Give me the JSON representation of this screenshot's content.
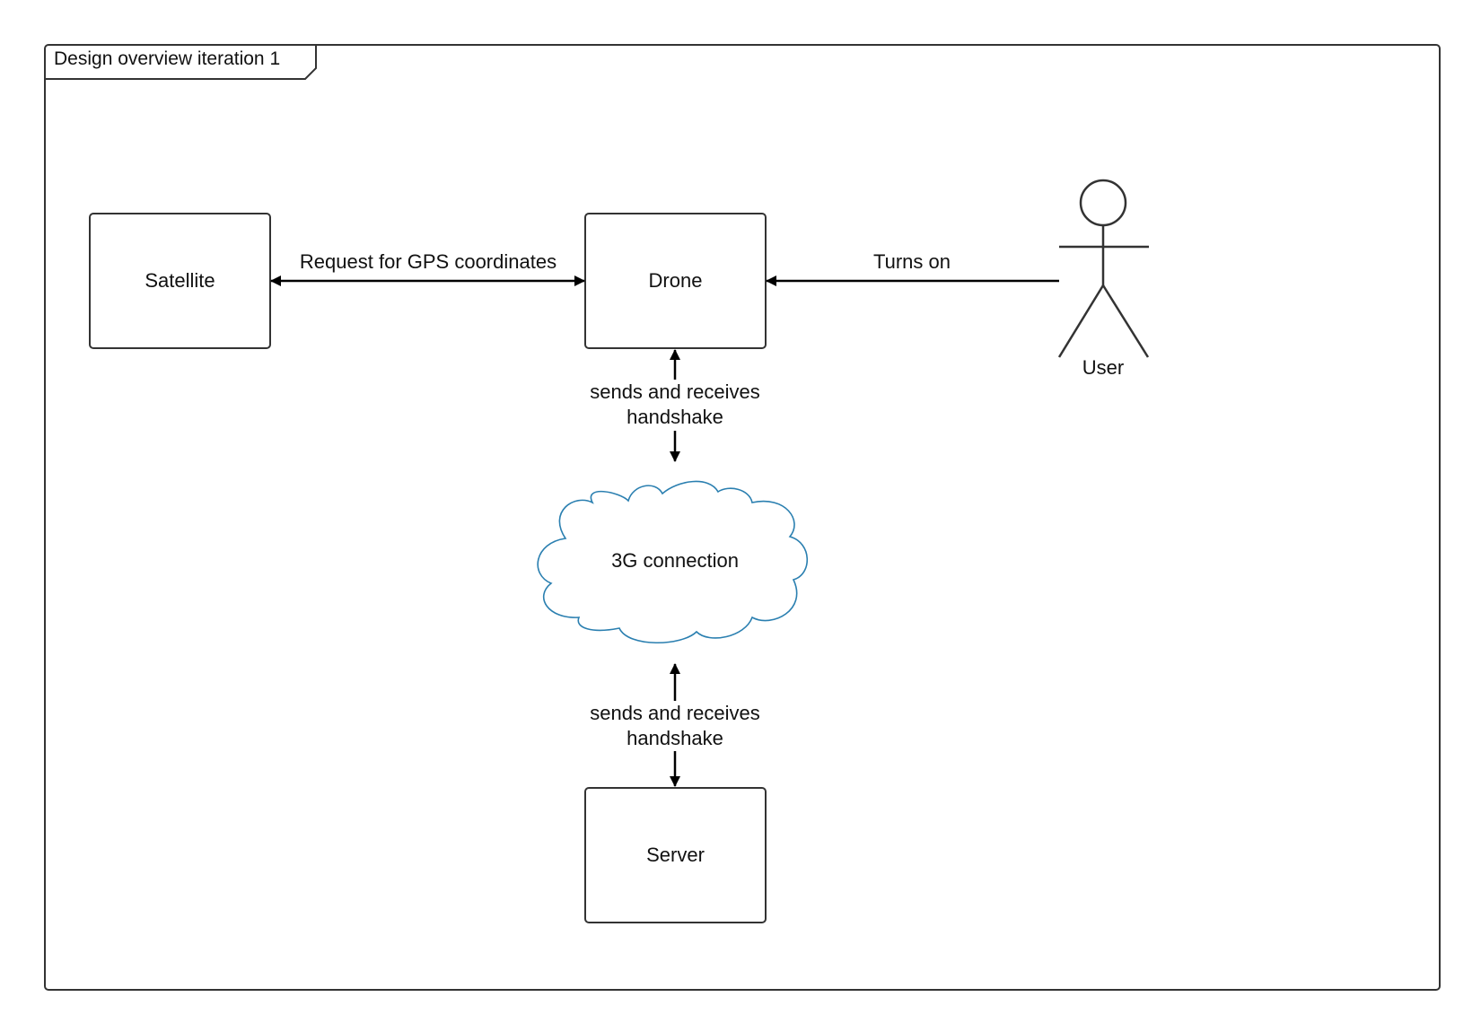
{
  "frame": {
    "title": "Design overview iteration 1"
  },
  "nodes": {
    "satellite": "Satellite",
    "drone": "Drone",
    "server": "Server",
    "cloud": "3G connection",
    "user": "User"
  },
  "edges": {
    "satellite_drone": "Request for GPS coordinates",
    "user_drone": "Turns on",
    "drone_cloud_line1": "sends and receives",
    "drone_cloud_line2": "handshake",
    "cloud_server_line1": "sends and receives",
    "cloud_server_line2": "handshake"
  },
  "colors": {
    "stroke": "#333333",
    "cloud_stroke": "#2a7fb0",
    "text": "#111111"
  }
}
